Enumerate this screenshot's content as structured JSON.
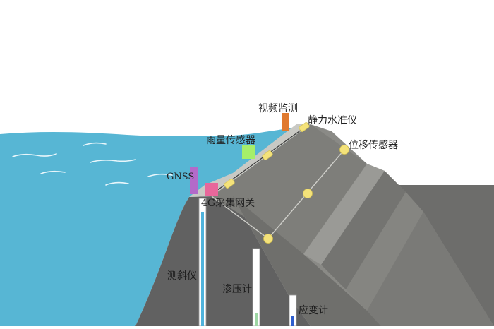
{
  "diagram": {
    "labels": {
      "video": "视频监测",
      "leveling": "静力水准仪",
      "rain": "雨量传感器",
      "displacement": "位移传感器",
      "gnss": "GNSS",
      "gateway": "4G采集网关",
      "inclinometer": "测斜仪",
      "piezometer": "渗压计",
      "strain": "应变计"
    },
    "colors": {
      "water": "#57b6d4",
      "water_wave": "#e8f6fb",
      "dam_crest": "#c9c9c4",
      "dam_face_light": "#8a8a86",
      "dam_face_dark": "#6f6f6c",
      "dam_body": "#616161",
      "sensor_dot": "#f4e27a",
      "video_sensor": "#e07a2f",
      "rain_sensor": "#a6ef6a",
      "gnss_sensor": "#b36ac9",
      "gateway_sensor": "#e8679b",
      "inclinometer_fill": "#4fb3dc",
      "piezometer_fill": "#9ed6a4",
      "strain_fill": "#2f5fcf"
    }
  }
}
